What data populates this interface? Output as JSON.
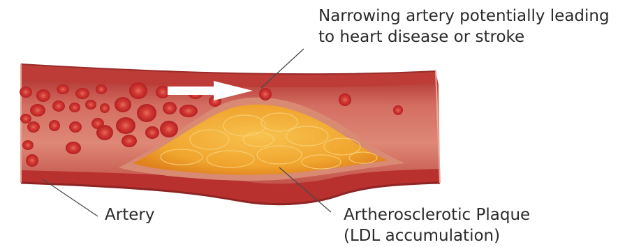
{
  "labels": {
    "narrowing": {
      "line1": "Narrowing artery potentially leading",
      "line2": "to heart disease or stroke"
    },
    "artery": "Artery",
    "plaque": {
      "line1": "Artherosclerotic Plaque",
      "line2": "(LDL accumulation)"
    }
  },
  "colors": {
    "artery_outer": "#c0433f",
    "artery_wall_dark": "#9e2a2a",
    "lumen": "#d47a6c",
    "lumen_light": "#e59c8c",
    "blood_cell": "#c62a2a",
    "blood_cell_center": "#e05a4e",
    "plaque_core": "#f3b23a",
    "plaque_edge": "#e58a1e",
    "flow_arrow": "#ffffff",
    "leader_line": "#4a4a4a"
  },
  "icons": {
    "flow_arrow": "arrow-right-icon"
  }
}
